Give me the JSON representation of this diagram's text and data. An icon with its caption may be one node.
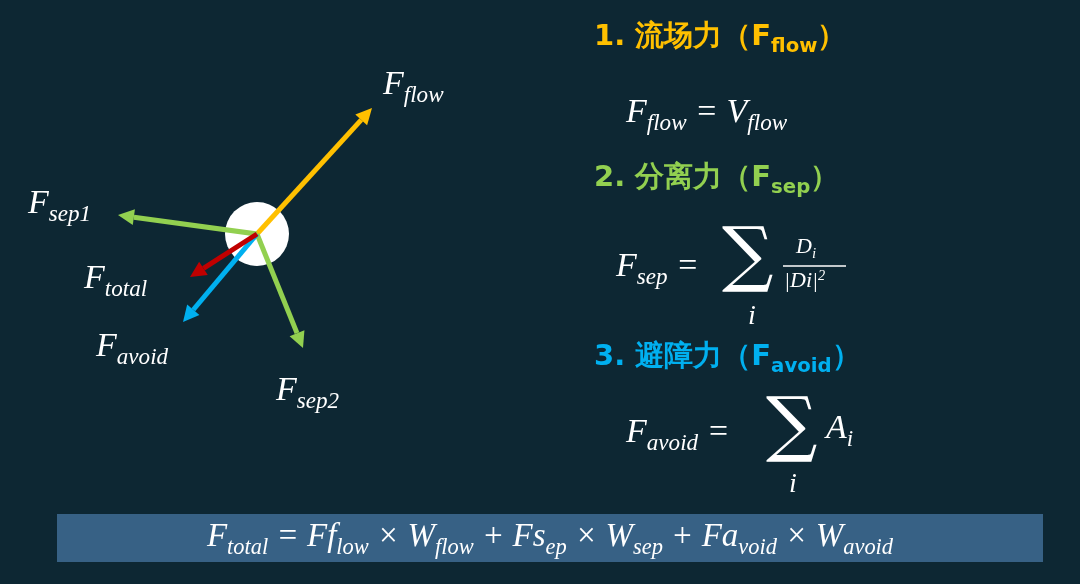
{
  "diagram": {
    "nodes": [
      {
        "text": [
          "F$_{total}$ = Ff$_{low}$ × W$_{flow}$ + Fs$_{ep}$ × W$_{sep}$ + Fa$_{void}$ × W$_{avoid}$"
        ]
      }
    ],
    "labels": [
      "F$_{flow}$",
      "F$_{sep1}$",
      "F$_{total}$",
      "F$_{avoid}$",
      "F$_{sep2}$",
      "1. 流场力（F$_{flow}$）",
      "F$_{flow}$ = V$_{flow}$",
      "2. 分离力（F$_{sep}$）",
      "F$_{sep}$ =",
      "∑",
      "i",
      "D$_{i}$",
      "|Di|$^{2}$",
      "3. 避障力（F$_{avoid}$）",
      "F$_{avoid}$ =",
      "∑",
      "i",
      "A$_{i}$"
    ]
  }
}
